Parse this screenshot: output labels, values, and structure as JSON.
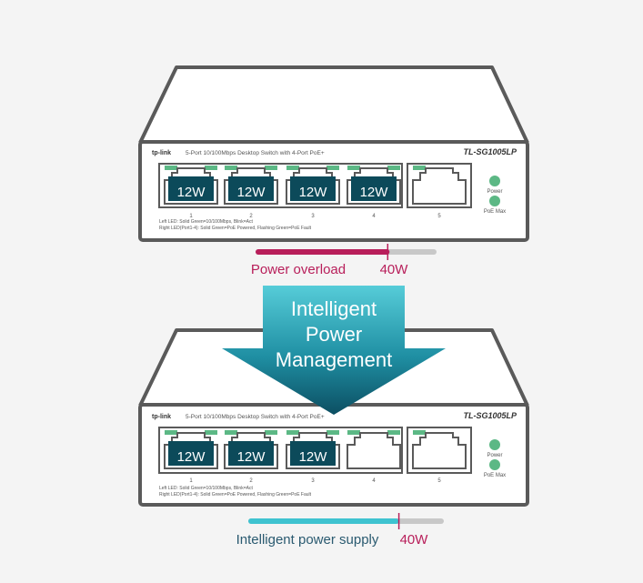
{
  "switches": [
    {
      "brand": "tp-link",
      "description": "5-Port 10/100Mbps Desktop Switch with 4-Port PoE+",
      "model": "TL-SG1005LP",
      "legend_left": "Left LED:  Solid Green=10/100Mbps, Blink=Act",
      "legend_right": "Right LED(Port1-4):  Solid Green=PoE Powered, Flashing Green=PoE Fault",
      "indicator_power": "Power",
      "indicator_poe": "PoE Max",
      "ports": [
        {
          "number": "1",
          "load": "12W"
        },
        {
          "number": "2",
          "load": "12W"
        },
        {
          "number": "3",
          "load": "12W"
        },
        {
          "number": "4",
          "load": "12W"
        },
        {
          "number": "5",
          "load": ""
        }
      ],
      "power_bar": {
        "label": "Power overload",
        "limit_label": "40W",
        "fill_fraction": 0.74,
        "marker_fraction": 0.73
      }
    },
    {
      "brand": "tp-link",
      "description": "5-Port 10/100Mbps Desktop Switch with 4-Port PoE+",
      "model": "TL-SG1005LP",
      "legend_left": "Left LED:  Solid Green=10/100Mbps, Blink=Act",
      "legend_right": "Right LED(Port1-4):  Solid Green=PoE Powered, Flashing Green=PoE Fault",
      "indicator_power": "Power",
      "indicator_poe": "PoE Max",
      "ports": [
        {
          "number": "1",
          "load": "12W"
        },
        {
          "number": "2",
          "load": "12W"
        },
        {
          "number": "3",
          "load": "12W"
        },
        {
          "number": "4",
          "load": ""
        },
        {
          "number": "5",
          "load": ""
        }
      ],
      "power_bar": {
        "label": "Intelligent power supply",
        "limit_label": "40W",
        "fill_fraction": 0.77,
        "marker_fraction": 0.77
      }
    }
  ],
  "arrow": {
    "line1": "Intelligent",
    "line2": "Power",
    "line3": "Management"
  },
  "colors": {
    "overload": "#b81e5a",
    "intelligent": "#3fc3d0",
    "track": "#c8c8c8",
    "led": "#5cb885",
    "port_active": "#0c4a5a",
    "outline": "#5a5a5a"
  }
}
